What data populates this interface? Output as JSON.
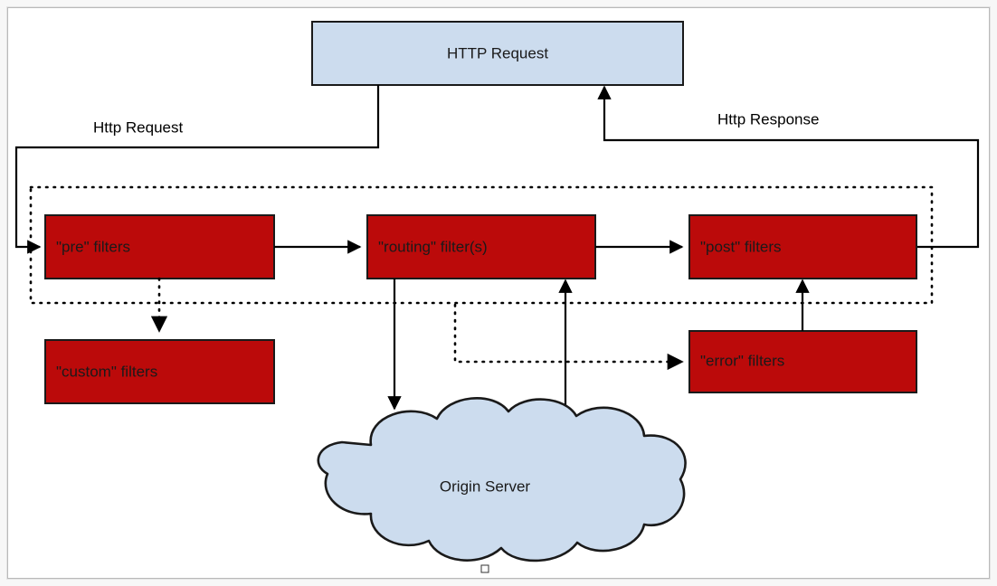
{
  "diagram": {
    "title_box": {
      "label": "HTTP Request",
      "fill": "#ccdcee",
      "stroke": "#1a1a1a"
    },
    "edge_labels": {
      "request": "Http Request",
      "response": "Http Response"
    },
    "filters": [
      {
        "id": "pre",
        "label": "\"pre\" filters"
      },
      {
        "id": "routing",
        "label": "\"routing\" filter(s)"
      },
      {
        "id": "post",
        "label": "\"post\" filters"
      },
      {
        "id": "custom",
        "label": "\"custom\" filters"
      },
      {
        "id": "error",
        "label": "\"error\" filters"
      }
    ],
    "origin": {
      "label": "Origin Server",
      "fill": "#ccdcee"
    },
    "colors": {
      "filter_fill": "#bb0a0a",
      "cloud_fill": "#ccdcee",
      "line": "#000000",
      "canvas": "#ffffff",
      "frame": "#b9b9b9"
    }
  }
}
